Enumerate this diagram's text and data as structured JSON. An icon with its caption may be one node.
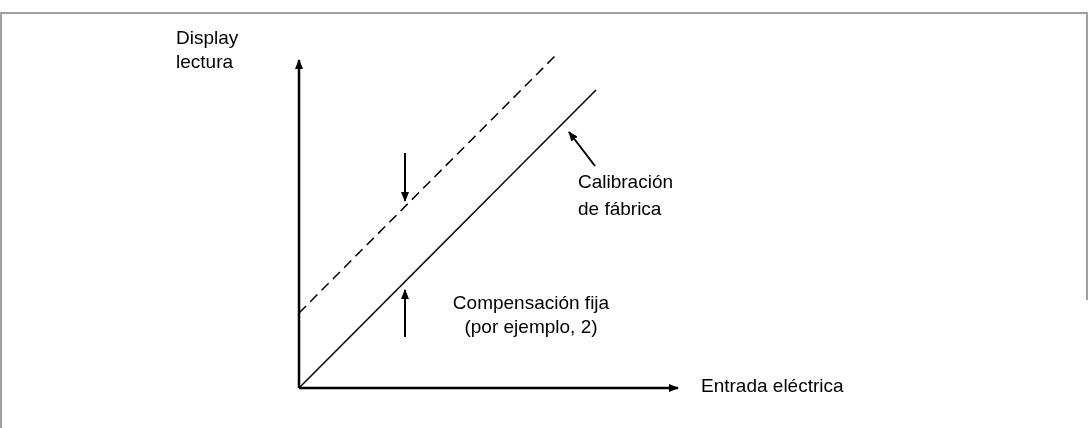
{
  "diagram": {
    "nodes": [
      {
        "text": [
          "Calibración de fábrica"
        ]
      },
      {
        "text": [],
        "shape": "line"
      }
    ],
    "edges": [
      {
        "from": 0,
        "to": 1,
        "arrow": "to"
      }
    ],
    "labels": [
      "Display lectura",
      "Entrada eléctrica",
      "Compensación fija (por ejemplo, 2)"
    ]
  }
}
